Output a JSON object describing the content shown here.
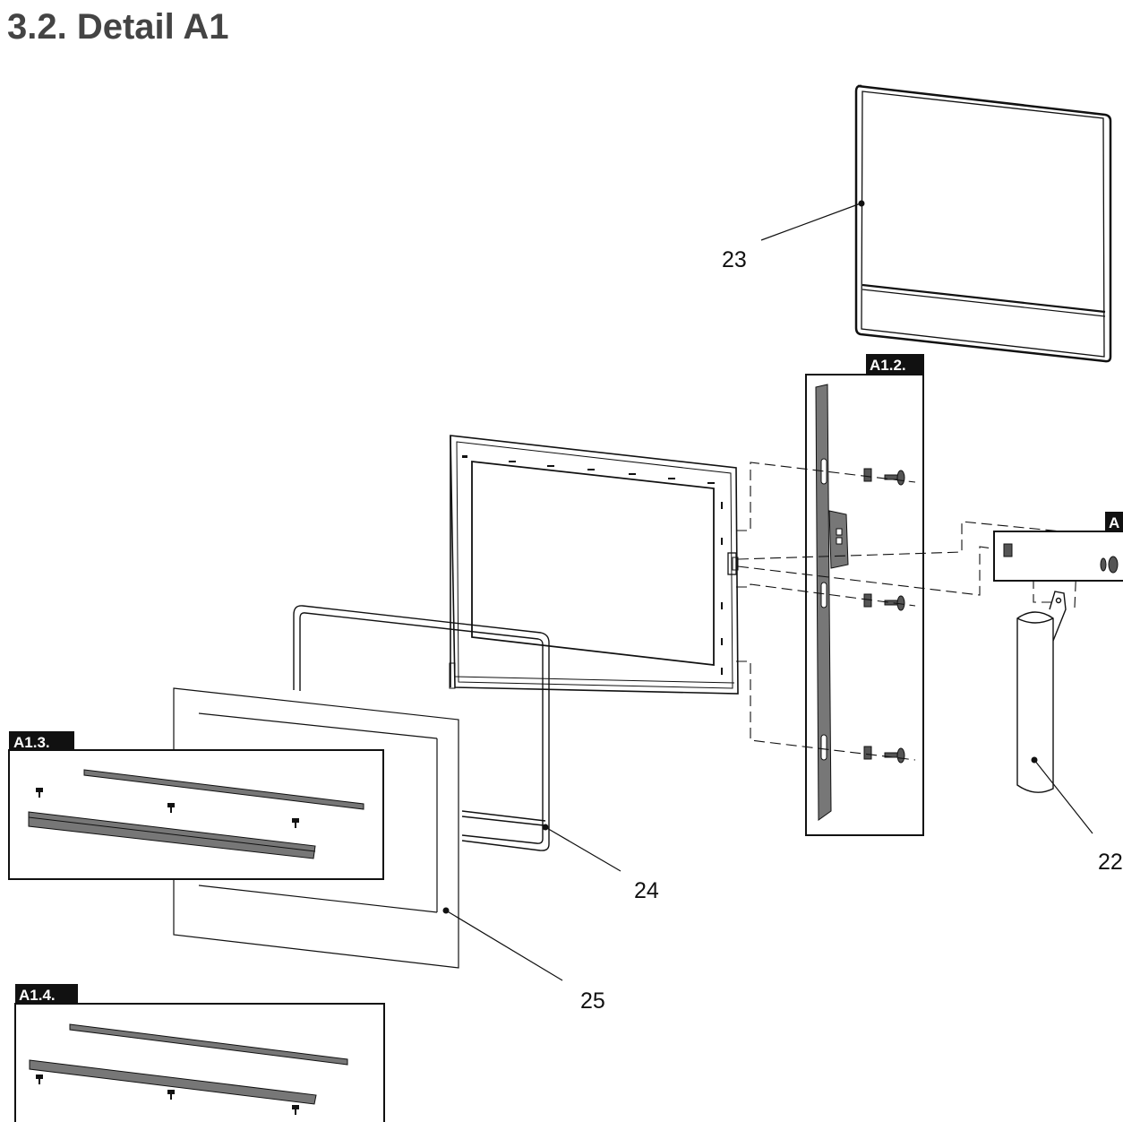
{
  "page": {
    "title": "3.2. Detail A1"
  },
  "callouts": {
    "c22": "22",
    "c23": "23",
    "c24": "24",
    "c25": "25"
  },
  "detail_labels": {
    "a1_2": "A1.2.",
    "a1_3": "A1.3.",
    "a1_4": "A1.4.",
    "a_partial": "A"
  },
  "colors": {
    "line": "#111111",
    "title": "#444444",
    "part_gray": "#777777",
    "badge": "#111111"
  }
}
